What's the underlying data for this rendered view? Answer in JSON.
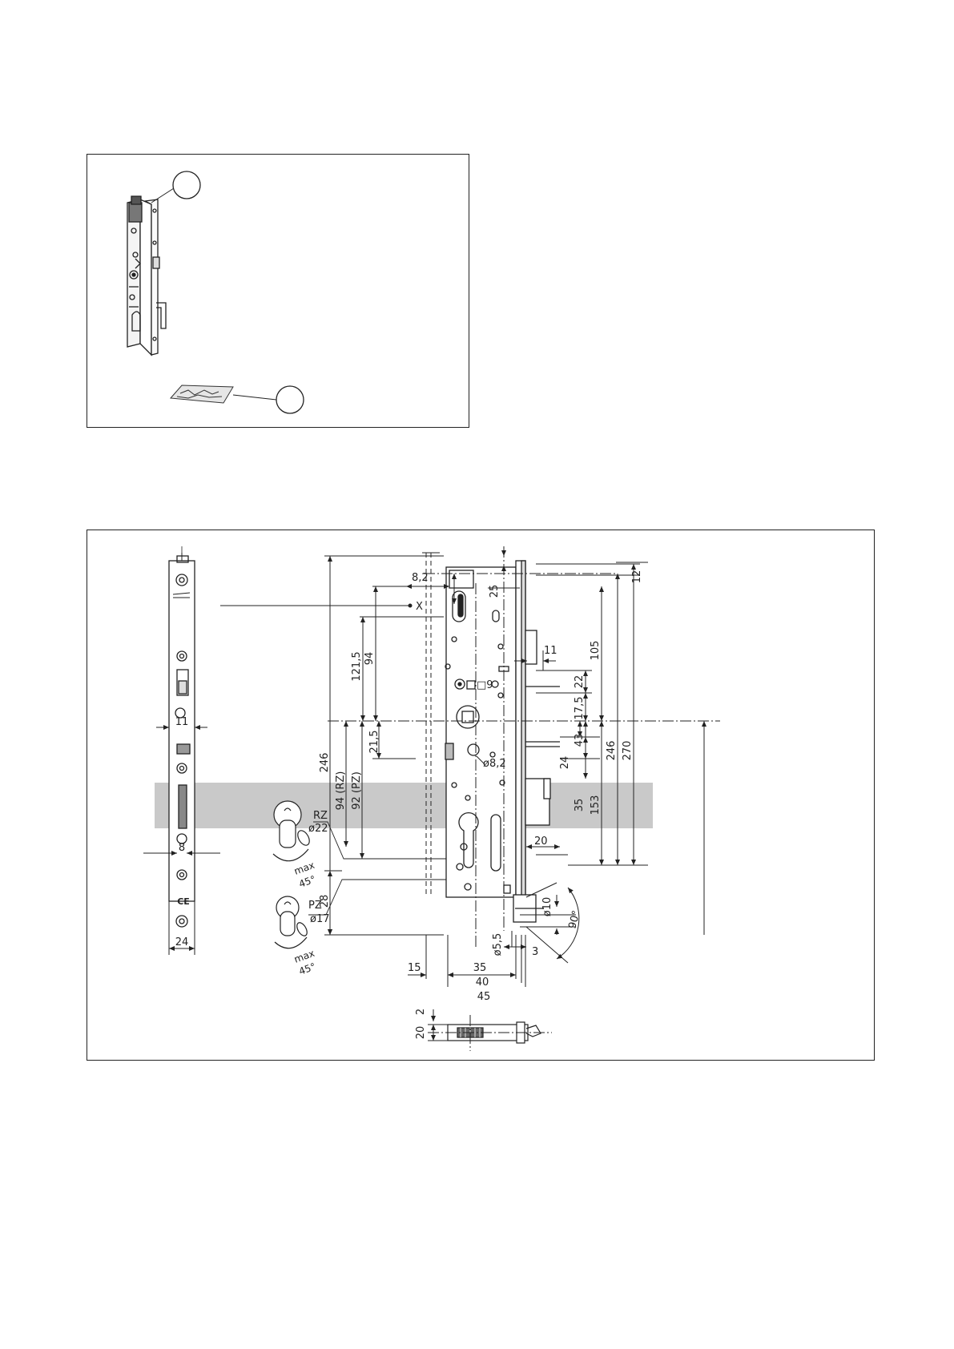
{
  "overview": {
    "callouts": [
      "",
      ""
    ]
  },
  "drawing": {
    "top_labels": [
      "8,2",
      "X",
      "25",
      "12"
    ],
    "left_dims": [
      "246",
      "121,5",
      "94",
      "21,5",
      "94 (RZ)",
      "92 (PZ)",
      "28"
    ],
    "right_dims": [
      "11",
      "22",
      "105",
      "17,5",
      "43",
      "24",
      "246",
      "270",
      "35",
      "153",
      "20"
    ],
    "hole_labels": [
      "□9",
      "ø8,2",
      "ø10",
      "90°",
      "ø5,5",
      "3"
    ],
    "bottom_dims": [
      "15",
      "35",
      "40",
      "45"
    ],
    "front_dims": [
      "11",
      "8",
      "24"
    ],
    "cylinders": [
      {
        "type": "RZ",
        "diameter": "ø22",
        "angle_max": "max",
        "angle": "45°"
      },
      {
        "type": "PZ",
        "diameter": "ø17",
        "angle_max": "max",
        "angle": "45°"
      }
    ],
    "plan_dims": [
      "2",
      "20"
    ],
    "ce_mark": "CE"
  }
}
